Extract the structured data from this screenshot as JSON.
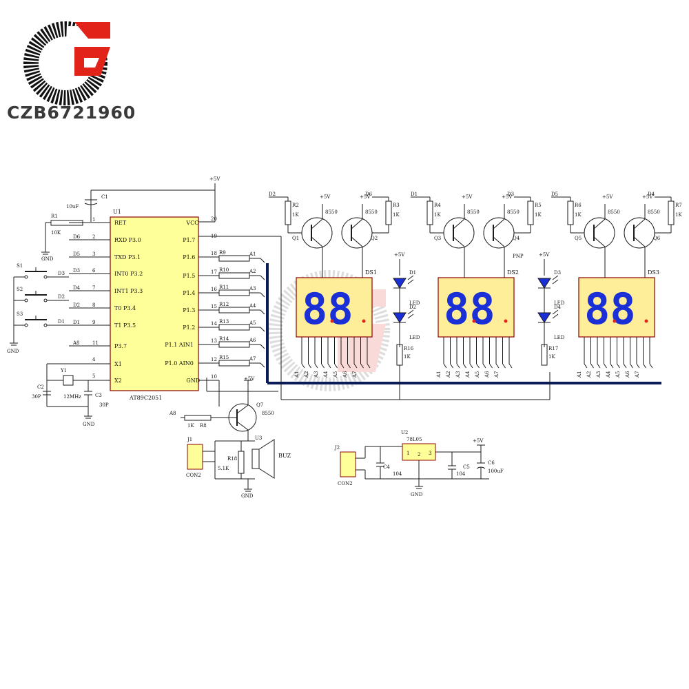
{
  "brand": {
    "text": "CZB6721960"
  },
  "colors": {
    "wire": "#1a1a1a",
    "accent_red": "#e2231a",
    "chip_fill": "#ffff99",
    "display_fill": "#ffee99",
    "segment": "#1a2fd6"
  },
  "mcu": {
    "ref": "U1",
    "part": "AT89C2051",
    "left_pins": [
      {
        "num": "1",
        "name": "RET",
        "net": ""
      },
      {
        "num": "2",
        "name": "RXD P3.0",
        "net": "D6"
      },
      {
        "num": "3",
        "name": "TXD P3.1",
        "net": "D5"
      },
      {
        "num": "6",
        "name": "INT0 P3.2",
        "net": "D3"
      },
      {
        "num": "7",
        "name": "INT1 P3.3",
        "net": "D4"
      },
      {
        "num": "8",
        "name": "T0 P3.4",
        "net": "D2"
      },
      {
        "num": "9",
        "name": "T1 P3.5",
        "net": "D1"
      },
      {
        "num": "11",
        "name": "P3.7",
        "net": "A8"
      },
      {
        "num": "4",
        "name": "X1",
        "net": ""
      },
      {
        "num": "5",
        "name": "X2",
        "net": ""
      }
    ],
    "right_pins": [
      {
        "num": "20",
        "name": "VCC",
        "net": ""
      },
      {
        "num": "19",
        "name": "P1.7",
        "net": ""
      },
      {
        "num": "18",
        "name": "P1.6",
        "net": "A1"
      },
      {
        "num": "17",
        "name": "P1.5",
        "net": "A2"
      },
      {
        "num": "16",
        "name": "P1.4",
        "net": "A3"
      },
      {
        "num": "15",
        "name": "P1.3",
        "net": "A4"
      },
      {
        "num": "14",
        "name": "P1.2",
        "net": "A5"
      },
      {
        "num": "13",
        "name": "P1.1 AIN1",
        "net": "A6"
      },
      {
        "num": "12",
        "name": "P1.0 AIN0",
        "net": "A7"
      },
      {
        "num": "10",
        "name": "GND",
        "net": ""
      }
    ]
  },
  "resistors_bus": [
    "R9",
    "R10",
    "R11",
    "R12",
    "R13",
    "R14",
    "R15"
  ],
  "power": {
    "vcc": "+5V",
    "gnd": "GND",
    "pnp": "PNP"
  },
  "reset": {
    "c1_ref": "C1",
    "c1_val": "10uF",
    "r1_ref": "R1",
    "r1_val": "10K"
  },
  "switches": [
    {
      "ref": "S1",
      "net": "D3"
    },
    {
      "ref": "S2",
      "net": "D2"
    },
    {
      "ref": "S3",
      "net": "D1"
    }
  ],
  "crystal": {
    "y_ref": "Y1",
    "y_val": "12MHz",
    "c2_ref": "C2",
    "c3_ref": "C3",
    "c_val": "30P"
  },
  "buzzer": {
    "q_ref": "Q7",
    "q_val": "8550",
    "r_ref": "R8",
    "r_val": "1K",
    "net": "A8",
    "u_ref": "U3",
    "label": "BUZ",
    "j_ref": "J1",
    "j_val": "CON2",
    "r18_ref": "R18",
    "r18_val": "5.1K"
  },
  "psu": {
    "u_ref": "U2",
    "u_val": "78L05",
    "j_ref": "J2",
    "j_val": "CON2",
    "c4_ref": "C4",
    "c5_ref": "C5",
    "c_val": "104",
    "c6_ref": "C6",
    "c6_val": "100uF",
    "pins": [
      "1",
      "3",
      "2"
    ]
  },
  "displays": [
    {
      "ref": "DS1",
      "digits": "88",
      "resistors": [
        {
          "ref": "R2",
          "val": "1K"
        },
        {
          "ref": "R3",
          "val": "1K"
        }
      ],
      "transistors": [
        {
          "ref": "Q1",
          "val": "8550"
        },
        {
          "ref": "Q2",
          "val": "8550"
        }
      ],
      "nets": [
        "D2",
        "D6"
      ]
    },
    {
      "ref": "DS2",
      "digits": "88",
      "resistors": [
        {
          "ref": "R4",
          "val": "1K"
        },
        {
          "ref": "R5",
          "val": "1K"
        }
      ],
      "transistors": [
        {
          "ref": "Q3",
          "val": "8550"
        },
        {
          "ref": "Q4",
          "val": "8550"
        }
      ],
      "nets": [
        "D1",
        "D3"
      ]
    },
    {
      "ref": "DS3",
      "digits": "88",
      "resistors": [
        {
          "ref": "R6",
          "val": "1K"
        },
        {
          "ref": "R7",
          "val": "1K"
        }
      ],
      "transistors": [
        {
          "ref": "Q5",
          "val": "8550"
        },
        {
          "ref": "Q6",
          "val": "8550"
        }
      ],
      "nets": [
        "D5",
        "D4"
      ]
    }
  ],
  "leds": [
    {
      "ref": "D1",
      "label": "LED"
    },
    {
      "ref": "D2",
      "label": "LED"
    },
    {
      "ref": "D3",
      "label": "LED"
    },
    {
      "ref": "D4",
      "label": "LED"
    }
  ],
  "led_resistors": [
    {
      "ref": "R16",
      "val": "1K"
    },
    {
      "ref": "R17",
      "val": "1K"
    }
  ],
  "seg_pins": [
    "A1",
    "A2",
    "A3",
    "A4",
    "A5",
    "A6",
    "A7"
  ]
}
